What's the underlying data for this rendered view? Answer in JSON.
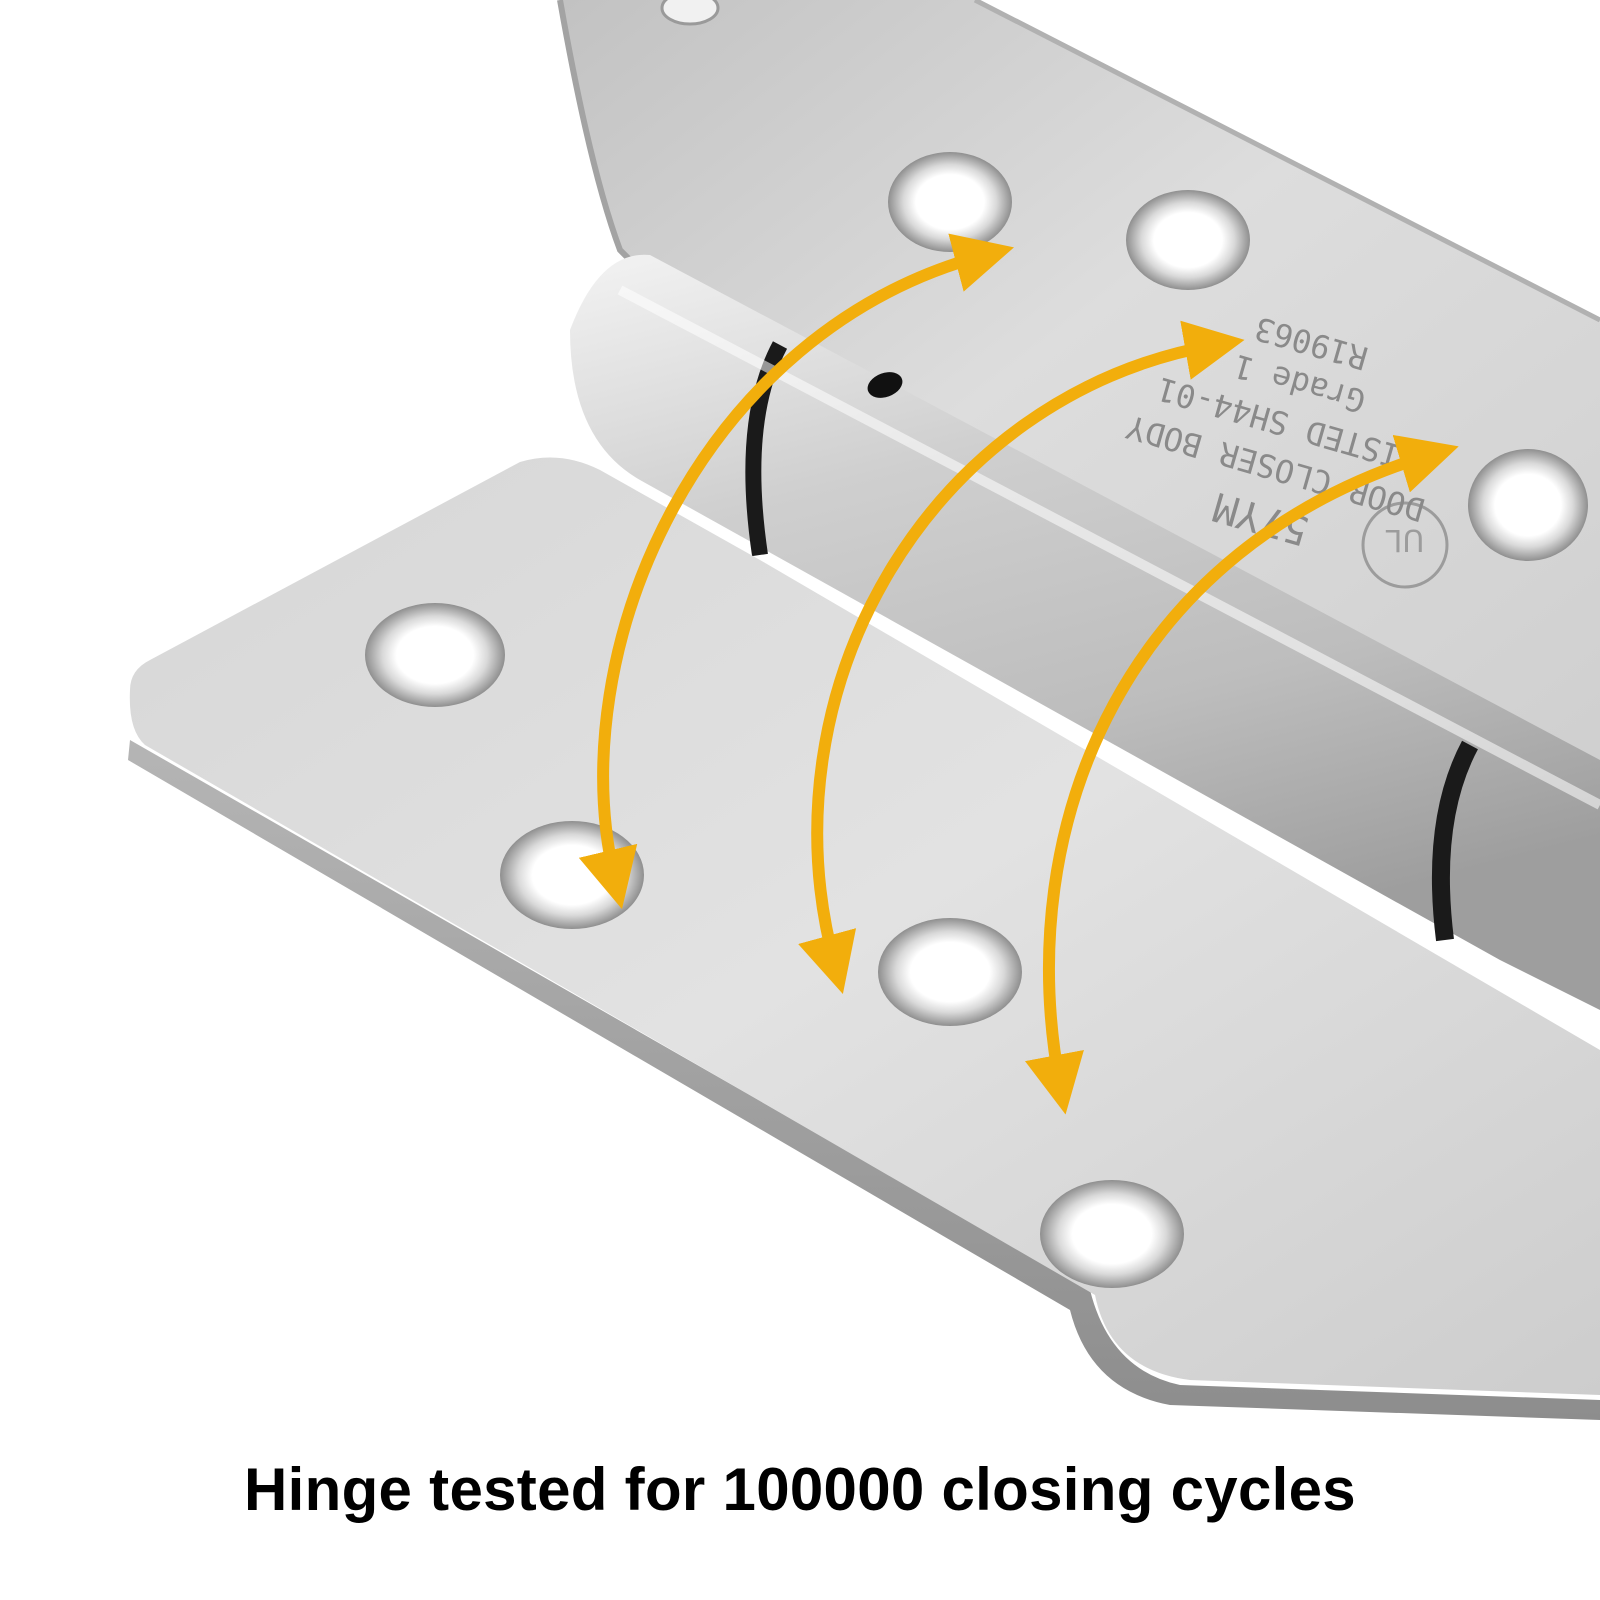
{
  "caption": "Hinge tested for 100000 closing cycles",
  "engraving": {
    "line1": "57YM",
    "line2": "DOOR CLOSER BODY",
    "line3": "LISTED SH44-01",
    "line4": "Grade 1",
    "line5": "R19063"
  },
  "colors": {
    "background": "#ffffff",
    "metal_light": "#e6e6e6",
    "metal_mid": "#c9c9c9",
    "metal_dark": "#8f8f8f",
    "arrow": "#f2ae0c",
    "caption_text": "#000000"
  }
}
